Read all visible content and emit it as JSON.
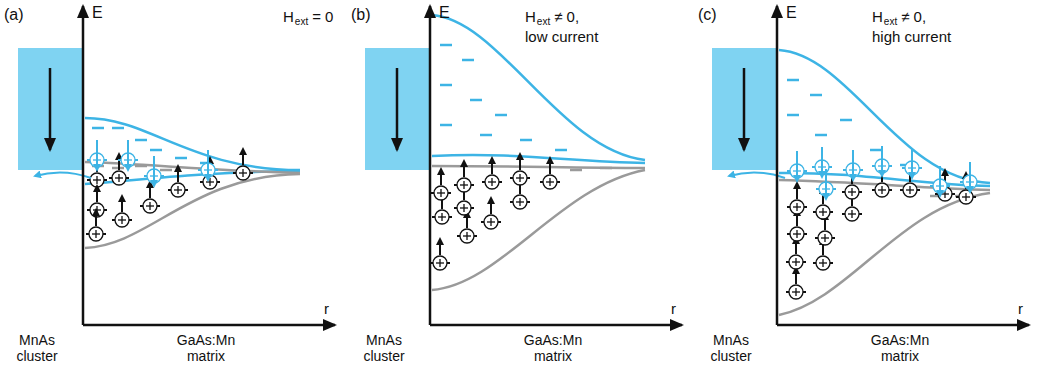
{
  "diagram": {
    "labels": [
      "(a)",
      "E",
      "H",
      "ext",
      "= 0",
      "MnAs cluster",
      "GaAs:Mn matrix",
      "r",
      "(b)",
      "E",
      "H",
      "ext",
      "≠ 0,",
      "low current",
      "MnAs cluster",
      "GaAs:Mn matrix",
      "r",
      "(c)",
      "E",
      "H",
      "ext",
      "≠ 0,",
      "high current",
      "MnAs cluster",
      "GaAs:Mn matrix",
      "r"
    ]
  }
}
